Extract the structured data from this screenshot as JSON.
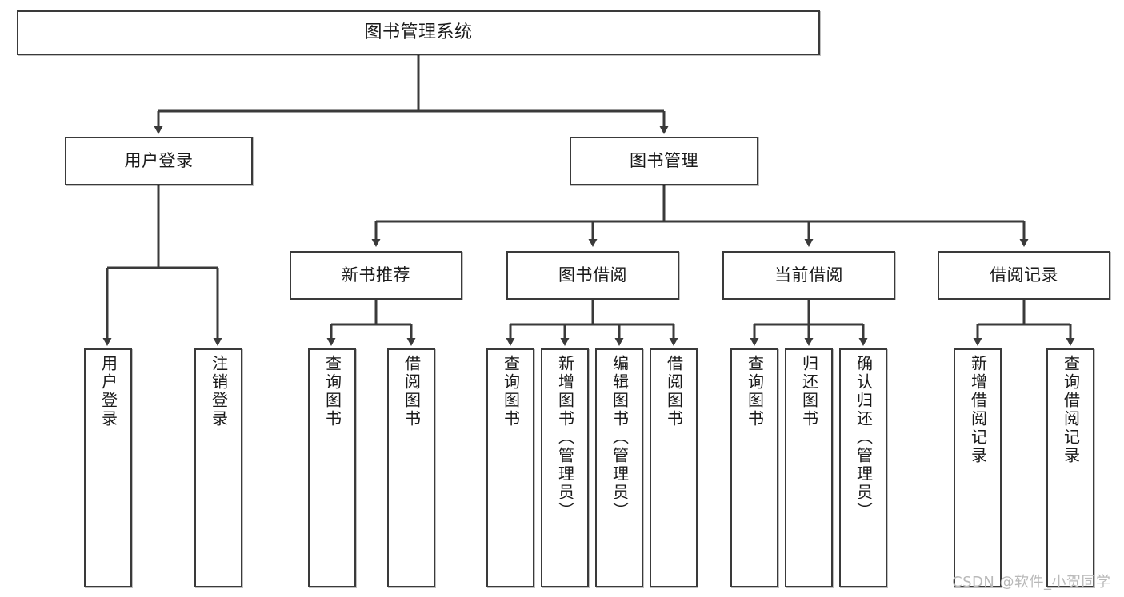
{
  "diagram": {
    "title": "图书管理系统",
    "type": "tree",
    "watermark": "CSDN @软件_小贺同学",
    "colors": {
      "box_border": "#3a3a3a",
      "box_fill": "#ffffff",
      "edge": "#3a3a3a",
      "text": "#1a1a1a",
      "watermark": "#b9b9b9",
      "background": "#ffffff"
    },
    "nodes": {
      "root": {
        "label": "图书管理系统"
      },
      "level2": [
        {
          "id": "user-login",
          "label": "用户登录"
        },
        {
          "id": "book-management",
          "label": "图书管理"
        }
      ],
      "level3": [
        {
          "id": "new-book-recommend",
          "label": "新书推荐"
        },
        {
          "id": "book-borrow",
          "label": "图书借阅"
        },
        {
          "id": "current-borrow",
          "label": "当前借阅"
        },
        {
          "id": "borrow-record",
          "label": "借阅记录"
        }
      ],
      "leaves": {
        "user_login": [
          {
            "id": "leaf-user-login",
            "label": "用户登录"
          },
          {
            "id": "leaf-logout-login",
            "label": "注销登录"
          }
        ],
        "new_book_recommend": [
          {
            "id": "leaf-query-book-1",
            "label": "查询图书"
          },
          {
            "id": "leaf-borrow-book-1",
            "label": "借阅图书"
          }
        ],
        "book_borrow": [
          {
            "id": "leaf-query-book-2",
            "label": "查询图书"
          },
          {
            "id": "leaf-add-book",
            "label": "新增图书（管理员）"
          },
          {
            "id": "leaf-edit-book",
            "label": "编辑图书（管理员）"
          },
          {
            "id": "leaf-borrow-book-2",
            "label": "借阅图书"
          }
        ],
        "current_borrow": [
          {
            "id": "leaf-query-book-3",
            "label": "查询图书"
          },
          {
            "id": "leaf-return-book",
            "label": "归还图书"
          },
          {
            "id": "leaf-confirm-return",
            "label": "确认归还（管理员）"
          }
        ],
        "borrow_record": [
          {
            "id": "leaf-add-borrow-record",
            "label": "新增借阅记录"
          },
          {
            "id": "leaf-query-borrow-record",
            "label": "查询借阅记录"
          }
        ]
      }
    }
  }
}
